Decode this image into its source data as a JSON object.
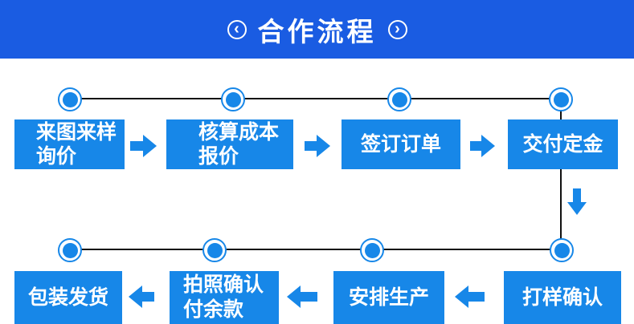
{
  "colors": {
    "header_bg": "#1a5ce2",
    "accent": "#1787e8",
    "connector": "#111111",
    "text_on_blue": "#ffffff",
    "page_bg": "#ffffff"
  },
  "header": {
    "title": "合作流程",
    "chevron_left_glyph": "‹",
    "chevron_right_glyph": "›"
  },
  "flow": {
    "top_row": [
      {
        "lines": [
          "来图来样",
          "询价"
        ]
      },
      {
        "lines": [
          "核算成本",
          "报价"
        ]
      },
      {
        "lines": [
          "签订订单"
        ]
      },
      {
        "lines": [
          "交付定金"
        ]
      }
    ],
    "bottom_row": [
      {
        "lines": [
          "打样确认"
        ]
      },
      {
        "lines": [
          "安排生产"
        ]
      },
      {
        "lines": [
          "拍照确认",
          "付余款"
        ]
      },
      {
        "lines": [
          "包装发货"
        ]
      }
    ]
  }
}
